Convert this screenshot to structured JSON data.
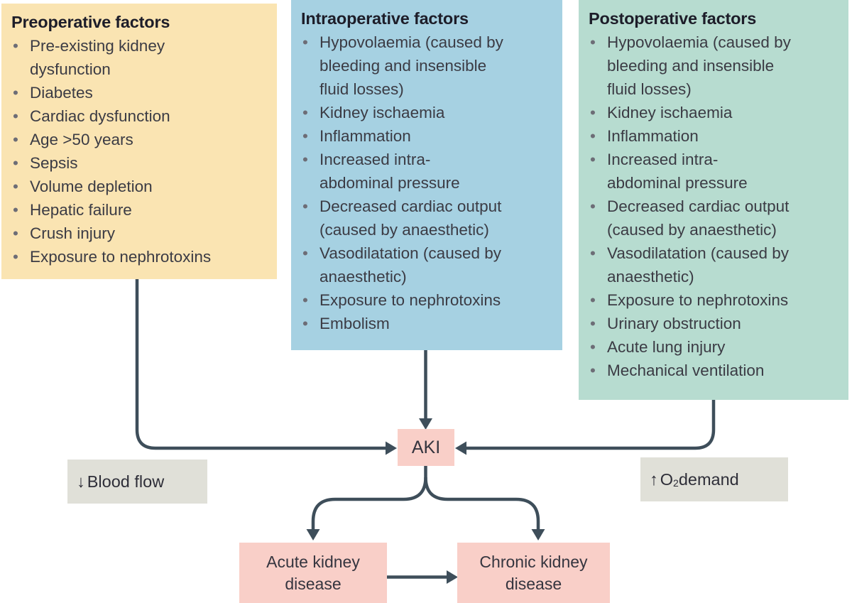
{
  "colors": {
    "preoperative_bg": "#fae4b2",
    "intraoperative_bg": "#a6d1e2",
    "postoperative_bg": "#b7dcd0",
    "node_bg": "#f9cfc8",
    "label_bg": "#e0e0d8",
    "arrow": "#3e4e5a",
    "title_text": "#1d1d29",
    "body_text": "#3b3b44",
    "bullet": "#6d6d76"
  },
  "boxes": {
    "preoperative": {
      "title": "Preoperative factors",
      "items": [
        "Pre-existing kidney\ndysfunction",
        "Diabetes",
        "Cardiac dysfunction",
        "Age >50 years",
        "Sepsis",
        "Volume depletion",
        "Hepatic failure",
        "Crush injury",
        "Exposure to nephrotoxins"
      ]
    },
    "intraoperative": {
      "title": "Intraoperative factors",
      "items": [
        "Hypovolaemia (caused by\nbleeding and insensible\nfluid losses)",
        "Kidney ischaemia",
        "Inflammation",
        "Increased intra-\nabdominal pressure",
        "Decreased cardiac output\n(caused by anaesthetic)",
        "Vasodilatation (caused by\nanaesthetic)",
        "Exposure to nephrotoxins",
        "Embolism"
      ]
    },
    "postoperative": {
      "title": "Postoperative factors",
      "items": [
        "Hypovolaemia (caused by\nbleeding and insensible\nfluid losses)",
        "Kidney ischaemia",
        "Inflammation",
        "Increased intra-\nabdominal pressure",
        "Decreased cardiac output\n(caused by anaesthetic)",
        "Vasodilatation (caused by\nanaesthetic)",
        "Exposure to nephrotoxins",
        "Urinary obstruction",
        "Acute lung injury",
        "Mechanical ventilation"
      ]
    }
  },
  "nodes": {
    "aki": {
      "label": "AKI"
    },
    "acute": {
      "label": "Acute kidney\ndisease"
    },
    "chronic": {
      "label": "Chronic kidney\ndisease"
    }
  },
  "labels": {
    "blood_flow": {
      "arrow": "↓",
      "text": "Blood flow"
    },
    "o2_demand": {
      "arrow": "↑",
      "base": "O",
      "subscript": "2",
      "rest": " demand"
    }
  }
}
